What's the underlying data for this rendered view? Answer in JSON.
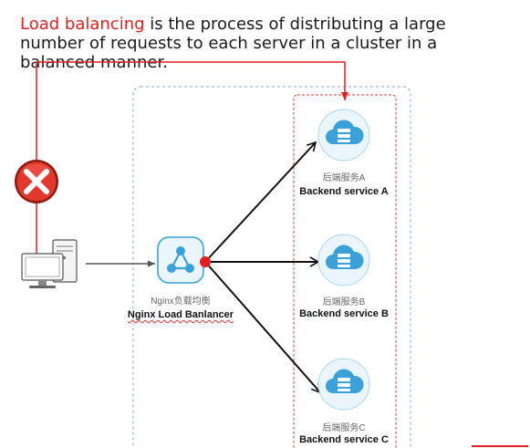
{
  "caption": {
    "highlight": "Load balancing",
    "rest": " is the process of distributing a large number of requests to each server in a cluster in a balanced manner."
  },
  "balancer": {
    "label_cn": "Nginx负载均衡",
    "label_en": "Nginx Load Banlancer"
  },
  "services": [
    {
      "label_cn": "后端服务A",
      "label_en": "Backend service A"
    },
    {
      "label_cn": "后端服务B",
      "label_en": "Backend service B"
    },
    {
      "label_cn": "后端服务C",
      "label_en": "Backend service C"
    }
  ],
  "colors": {
    "accent": "#e02020",
    "cloud": "#3ba1d8",
    "cloud_light": "#e9f5fc",
    "dashed_blue": "#7fa7d8",
    "dashed_red": "#e23c3c",
    "arrow": "#111111"
  },
  "icons": {
    "client": "desktop-computer-icon",
    "error": "x-circle-icon",
    "balancer": "share-nodes-icon",
    "service": "cloud-server-icon"
  }
}
